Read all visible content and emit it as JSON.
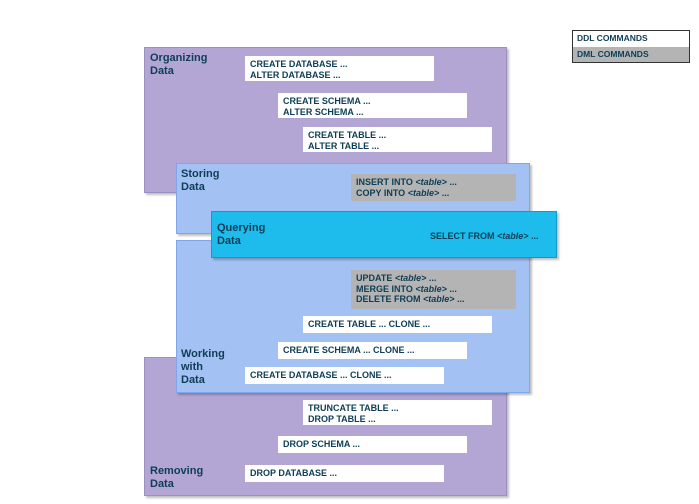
{
  "legend": {
    "ddl": "DDL COMMANDS",
    "dml": "DML COMMANDS",
    "ddl_color": "#ffffff",
    "dml_color": "#b4b4b4"
  },
  "panels": {
    "organizing": {
      "l1": "Organizing",
      "l2": "Data"
    },
    "storing": {
      "l1": "Storing",
      "l2": "Data"
    },
    "querying": {
      "l1": "Querying",
      "l2": "Data"
    },
    "working": {
      "l1": "Working",
      "l2": "with",
      "l3": "Data"
    },
    "removing": {
      "l1": "Removing",
      "l2": "Data"
    }
  },
  "commands": {
    "create_db": [
      "CREATE DATABASE ...",
      "ALTER DATABASE ..."
    ],
    "create_schema": [
      "CREATE SCHEMA ...",
      "ALTER SCHEMA ..."
    ],
    "create_table": [
      "CREATE TABLE ...",
      "ALTER TABLE ..."
    ],
    "insert": [
      {
        "pre": "INSERT INTO ",
        "em": "<table>",
        "post": " ..."
      },
      {
        "pre": "COPY INTO ",
        "em": "<table>",
        "post": " ..."
      }
    ],
    "select": {
      "pre": "SELECT FROM ",
      "em": "<table>",
      "post": " ..."
    },
    "update": [
      {
        "pre": "UPDATE ",
        "em": "<table>",
        "post": " ..."
      },
      {
        "pre": "MERGE INTO ",
        "em": "<table>",
        "post": " ..."
      },
      {
        "pre": "DELETE FROM ",
        "em": "<table>",
        "post": " ..."
      }
    ],
    "clone_table": "CREATE TABLE ... CLONE ...",
    "clone_schema": "CREATE SCHEMA ... CLONE ...",
    "clone_db": "CREATE DATABASE ... CLONE ...",
    "truncate": [
      "TRUNCATE TABLE ...",
      "DROP TABLE ..."
    ],
    "drop_schema": "DROP SCHEMA ...",
    "drop_db": "DROP DATABASE ..."
  }
}
